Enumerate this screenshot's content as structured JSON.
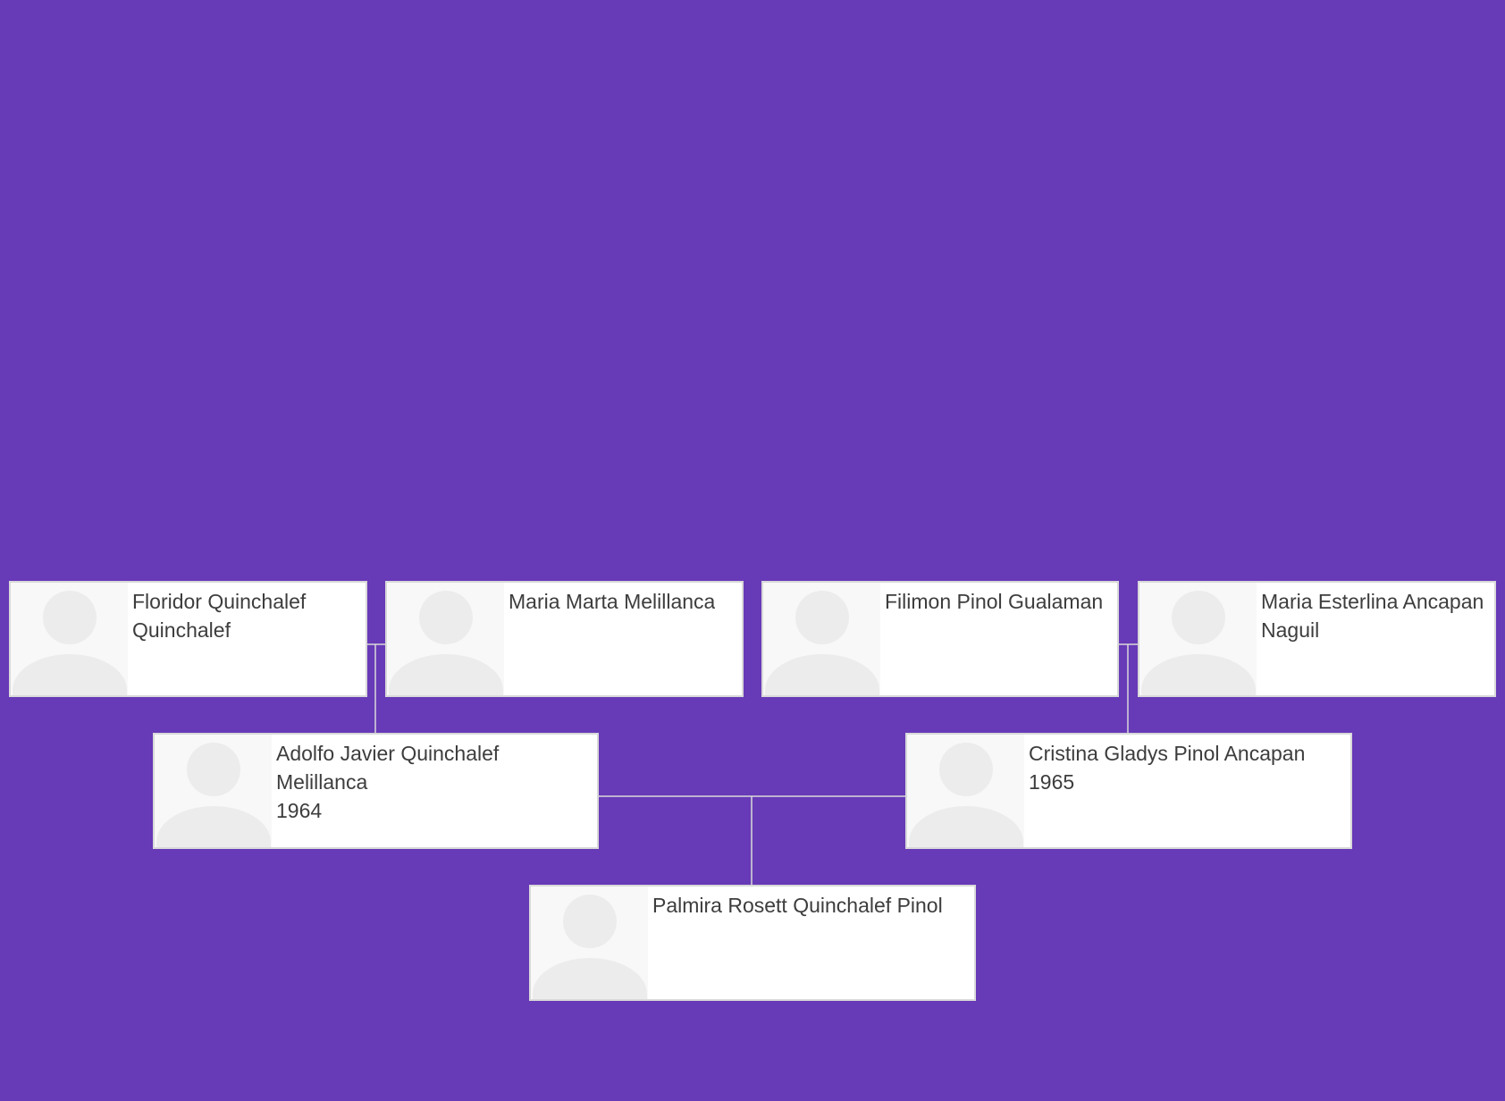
{
  "theme": {
    "background": "#673ab7",
    "card_background": "#ffffff",
    "card_border": "#d9d9d9",
    "avatar_background": "#f8f8f8",
    "avatar_silhouette": "#ececec",
    "connector": "#d9d9d9",
    "text": "#3d3d3d"
  },
  "people": {
    "floridor": {
      "name": "Floridor Quinchalef Quinchalef",
      "year": ""
    },
    "maria_marta": {
      "name": "Maria Marta Melillanca",
      "year": ""
    },
    "filimon": {
      "name": "Filimon Pinol Gualaman",
      "year": ""
    },
    "maria_esterlina": {
      "name": "Maria Esterlina Ancapan Naguil",
      "year": ""
    },
    "adolfo": {
      "name": "Adolfo Javier Quinchalef Melillanca",
      "year": "1964"
    },
    "cristina": {
      "name": "Cristina Gladys Pinol Ancapan",
      "year": "1965"
    },
    "palmira": {
      "name": "Palmira Rosett Quinchalef Pinol",
      "year": ""
    }
  }
}
